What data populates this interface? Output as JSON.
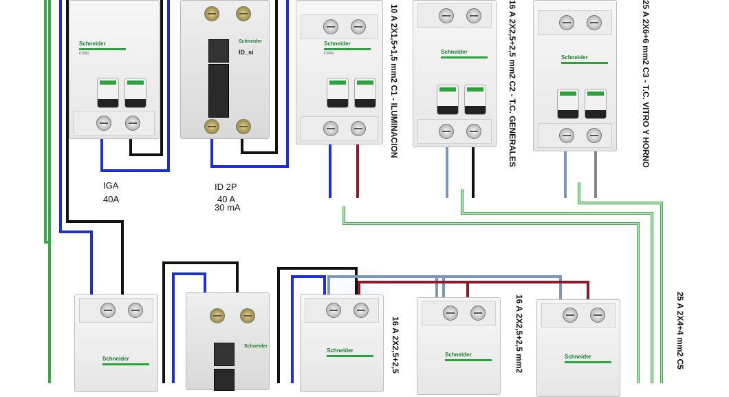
{
  "devices": {
    "iga_label": "IGA",
    "iga_rating": "40A",
    "id_label": "ID 2P",
    "id_rating": "40 A",
    "id_sensitivity": "30 mA",
    "brand": "Schneider",
    "breaker_model": "iC60N",
    "rcd_model": "ID_si"
  },
  "circuits": [
    {
      "text": "10 A  2X1,5+1,5 mm2  C1 - ILUMINACION"
    },
    {
      "text": "16 A  2X2,5+2,5 mm2  C2 - T.C. GENERALES"
    },
    {
      "text": "25 A  2X6+6 mm2  C3 - T.C. VITRO Y HORNO"
    },
    {
      "text": "16 A  2X2,5+2,5"
    },
    {
      "text": "16 A  2X2,5+2,5 mm2"
    },
    {
      "text": "25 A  2X4+4 mm2  C5"
    }
  ],
  "colors": {
    "phase_blue": "#1d2fd1",
    "neutral_black": "#111111",
    "live_red": "#8b1a2b",
    "light_blue": "#7b98b8",
    "earth_green": "#3aa84a",
    "grey": "#888888"
  }
}
